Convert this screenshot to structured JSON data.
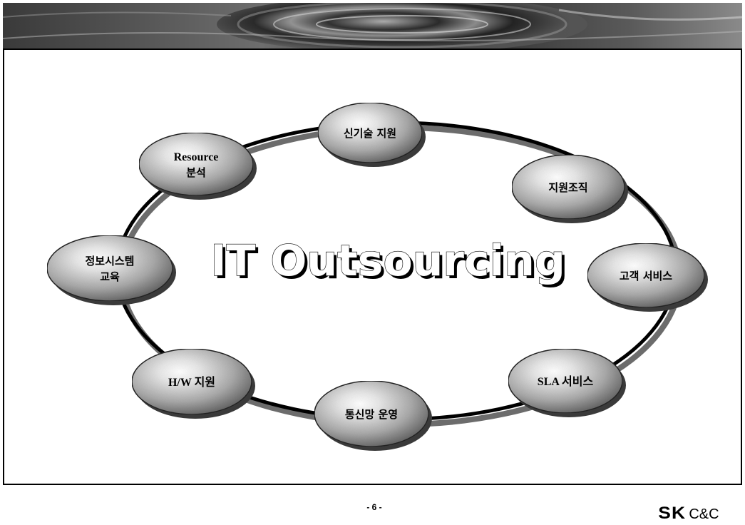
{
  "diagram": {
    "title": "IT Outsourcing",
    "nodes": [
      {
        "id": "new-tech-support",
        "lines": [
          "신기술 지원"
        ]
      },
      {
        "id": "support-org",
        "lines": [
          "지원조직"
        ]
      },
      {
        "id": "customer-service",
        "lines": [
          "고객 서비스"
        ]
      },
      {
        "id": "sla-service",
        "lines": [
          "SLA 서비스"
        ]
      },
      {
        "id": "network-operation",
        "lines": [
          "통신망 운영"
        ]
      },
      {
        "id": "hw-support",
        "lines": [
          "H/W 지원"
        ]
      },
      {
        "id": "is-education",
        "lines": [
          "정보시스템",
          "교육"
        ]
      },
      {
        "id": "resource-analysis",
        "lines": [
          "Resource",
          "분석"
        ]
      }
    ]
  },
  "footer": {
    "page_number": "- 6 -",
    "logo_sk": "SK",
    "logo_cc": "C&C"
  },
  "colors": {
    "ring": "#000000",
    "node_fill": "#b8b8b8",
    "background": "#ffffff"
  }
}
